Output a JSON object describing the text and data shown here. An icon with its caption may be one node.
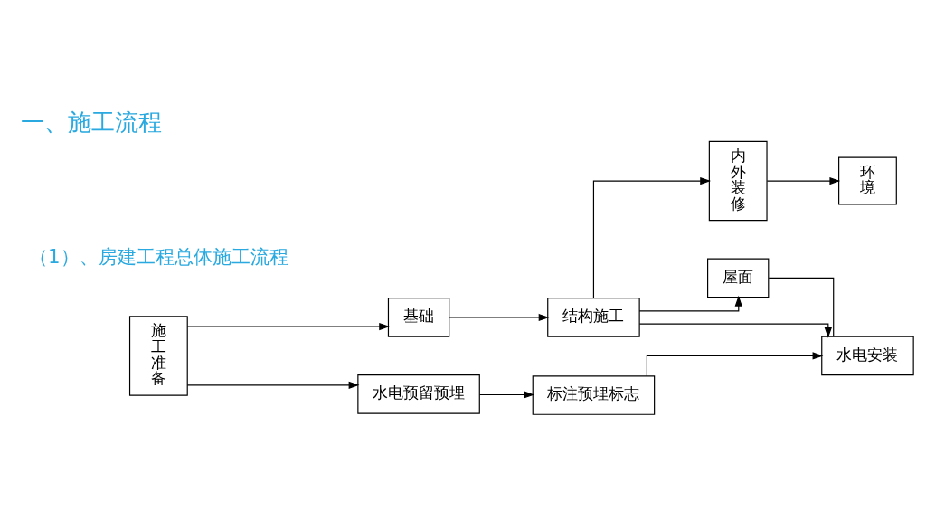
{
  "diagram": {
    "title": "一、施工流程",
    "nodes": [
      {
        "text": [
          "施工准备"
        ]
      },
      {
        "text": [
          "基础"
        ]
      },
      {
        "text": [
          "结构施工"
        ]
      },
      {
        "text": [
          "屋面"
        ]
      },
      {
        "text": [
          "内外装修"
        ]
      },
      {
        "text": [
          "环境"
        ]
      },
      {
        "text": [
          "水电预留预埋"
        ]
      },
      {
        "text": [
          "标注预埋标志"
        ]
      },
      {
        "text": [
          "水电安装"
        ]
      }
    ],
    "edges": [
      {
        "from": 0,
        "to": 1,
        "arrow": "to"
      },
      {
        "from": 0,
        "to": 6,
        "arrow": "to"
      },
      {
        "from": 1,
        "to": 2,
        "arrow": "to"
      },
      {
        "from": 2,
        "to": 3,
        "arrow": "to"
      },
      {
        "from": 2,
        "to": 4,
        "arrow": "to"
      },
      {
        "from": 4,
        "to": 5,
        "arrow": "to"
      },
      {
        "from": 6,
        "to": 7,
        "arrow": "to"
      },
      {
        "from": 7,
        "to": 8,
        "arrow": "to"
      },
      {
        "from": 2,
        "to": 8,
        "arrow": "to"
      },
      {
        "from": 3,
        "to": 8,
        "arrow": "none"
      }
    ],
    "labels": [
      "（1）、房建工程总体施工流程"
    ]
  }
}
